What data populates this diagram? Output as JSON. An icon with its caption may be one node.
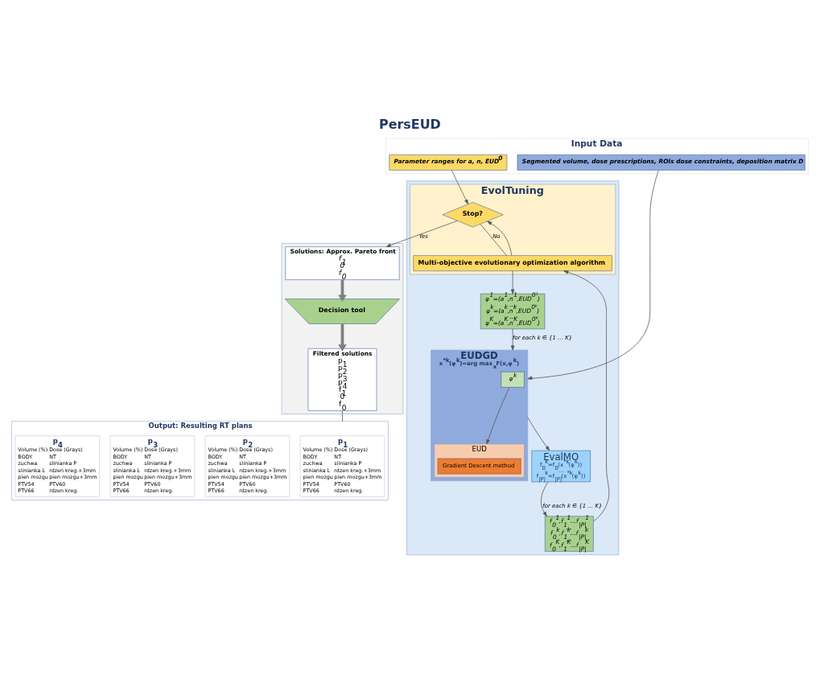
{
  "diagram": {
    "title": "PersEUD",
    "nodes": [
      {
        "text": [
          "Input Data"
        ]
      },
      {
        "text": [
          "Parameter ranges for a, n, EUD$^{0}$"
        ],
        "in": 0
      },
      {
        "text": [
          "Segmented volume, dose prescriptions, ROIs dose constraints, deposition matrix D"
        ],
        "in": 0
      },
      {
        "text": [],
        "shape": "box"
      },
      {
        "text": [
          "EvolTuning"
        ],
        "in": 3
      },
      {
        "text": [
          "Stop?"
        ],
        "in": 4
      },
      {
        "text": [
          "Multi-objective evolutionary optimization algorithm"
        ],
        "in": 4
      },
      {
        "text": [
          "φ$^{1}$=(a$^{1}$,n$^{1}$,EUD$^{0¹}$)",
          "…",
          "φ$^{k}$=(a$^{k}$,n$^{k}$,EUD$^{0ᵏ}$)",
          "…",
          "φ$^{K}$=(a$^{K}$,n$^{K}$,EUD$^{0ᴷ}$)"
        ],
        "in": 3
      },
      {
        "text": [
          "EUDGD",
          "x$^{*k}$(φ$^{k}$)=arg max$_{x}$F(x,φ$^{k}$)"
        ],
        "in": 3
      },
      {
        "text": [
          "φ$^{k}$"
        ],
        "in": 8
      },
      {
        "text": [
          "EUD"
        ],
        "in": 8
      },
      {
        "text": [
          "Gradient Descent method"
        ],
        "in": 10
      },
      {
        "text": [
          "EvalMO",
          "f$_{0}$$^{k}$=f$_{0}$(x$^{*k}$(φ$^{k}$))",
          "…",
          "f$_{|P|}$$^{k}$=f$_{|P|}$(x$^{*k}$(φ$^{k}$))"
        ],
        "in": 3
      },
      {
        "text": [
          "f$_{0}$$^{1}$,f$_{1}$$^{1}$…f$_{|P|}$$^{1}$",
          "…",
          "f$_{0}$$^{k}$,f$_{1}$$^{k}$…f$_{|P|}$$^{k}$",
          "…",
          "f$_{0}$$^{K}$,f$_{1}$$^{K}$…f$_{|P|}$$^{K}$"
        ],
        "in": 3
      },
      {
        "text": [],
        "shape": "box"
      },
      {
        "text": [
          "Solutions: Approx. Pareto front",
          "f$_{1}$",
          "0",
          "f$_{0}$"
        ],
        "in": 14
      },
      {
        "text": [
          "Decision tool"
        ],
        "in": 14
      },
      {
        "text": [
          "Filtered solutions",
          "p$_{1}$",
          "p$_{2}$",
          "p$_{3}$",
          "p$_{4}$",
          "f$_{1}$",
          "0",
          "f$_{0}$"
        ],
        "in": 14
      },
      {
        "text": [
          "Output: Resulting RT plans"
        ]
      },
      {
        "text": [
          "p$_{1}$",
          "Volume (%)",
          "Dose (Grays)",
          "BODY",
          "NT",
          "zuchwa",
          "slinianka P",
          "slinianka L",
          "rdzen kreg.+3mm",
          "pien mozgu",
          "pien mozgu+3mm",
          "PTV54",
          "PTV60",
          "PTV66",
          "rdzen kreg."
        ],
        "in": 18
      },
      {
        "text": [
          "p$_{2}$",
          "Volume (%)",
          "Dose (Grays)",
          "BODY",
          "NT",
          "zuchwa",
          "slinianka P",
          "slinianka L",
          "rdzen kreg.+3mm",
          "pien mozgu",
          "pien mozgu+3mm",
          "PTV54",
          "PTV60",
          "PTV66",
          "rdzen kreg."
        ],
        "in": 18
      },
      {
        "text": [
          "p$_{3}$",
          "Volume (%)",
          "Dose (Grays)",
          "BODY",
          "NT",
          "zuchwa",
          "slinianka P",
          "slinianka L",
          "rdzen kreg.+3mm",
          "pien mozgu",
          "pien mozgu+3mm",
          "PTV54",
          "PTV60",
          "PTV66",
          "rdzen kreg."
        ],
        "in": 18
      },
      {
        "text": [
          "p$_{4}$",
          "Volume (%)",
          "Dose (Grays)",
          "BODY",
          "NT",
          "zuchwa",
          "slinianka P",
          "slinianka L",
          "rdzen kreg.+3mm",
          "pien mozgu",
          "pien mozgu+3mm",
          "PTV54",
          "PTV60",
          "PTV66",
          "rdzen kreg."
        ],
        "in": 18
      }
    ],
    "edges": [
      {
        "from": 1,
        "to": 5,
        "arrow": "to"
      },
      {
        "from": 2,
        "to": 8,
        "arrow": "to"
      },
      {
        "from": 5,
        "to": 15,
        "arrow": "to",
        "label": "Yes"
      },
      {
        "from": 5,
        "to": 6,
        "arrow": "none",
        "label": "No"
      },
      {
        "from": 6,
        "to": 7,
        "arrow": "to"
      },
      {
        "from": 7,
        "to": 8,
        "arrow": "to",
        "label": "for each k ∈ {1 … K}"
      },
      {
        "from": 9,
        "to": 10,
        "arrow": "to"
      },
      {
        "from": 8,
        "to": 12,
        "arrow": "to"
      },
      {
        "from": 12,
        "to": 13,
        "arrow": "to",
        "label": "for each k ∈ {1 … K}"
      },
      {
        "from": 13,
        "to": 6,
        "arrow": "to"
      },
      {
        "from": 6,
        "to": 5,
        "arrow": "to"
      },
      {
        "from": 15,
        "to": 16,
        "arrow": "to",
        "style": "thick",
        "color": "#7f7f7f"
      },
      {
        "from": 16,
        "to": 17,
        "arrow": "to",
        "style": "thick",
        "color": "#7f7f7f"
      },
      {
        "from": 17,
        "to": 18,
        "arrow": "none"
      }
    ]
  }
}
